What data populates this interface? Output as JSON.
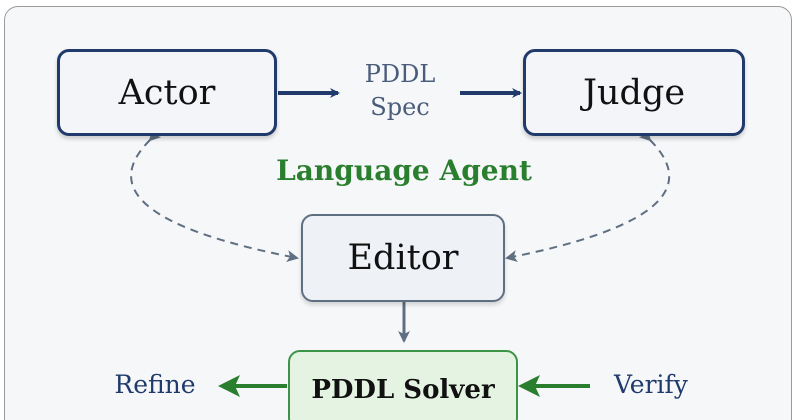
{
  "diagram": {
    "nodes": {
      "actor": "Actor",
      "judge": "Judge",
      "editor": "Editor",
      "solver": "PDDL Solver"
    },
    "spec_label": {
      "line1": "PDDL",
      "line2": "Spec"
    },
    "group_label": "Language Agent",
    "side_labels": {
      "left": "Refine",
      "right": "Verify"
    },
    "colors": {
      "navy": "#1f3a6b",
      "slate": "#5f6f82",
      "green": "#2a7f2e",
      "solver_border": "#3e9446",
      "solver_fill": "#e5f3e2"
    }
  }
}
